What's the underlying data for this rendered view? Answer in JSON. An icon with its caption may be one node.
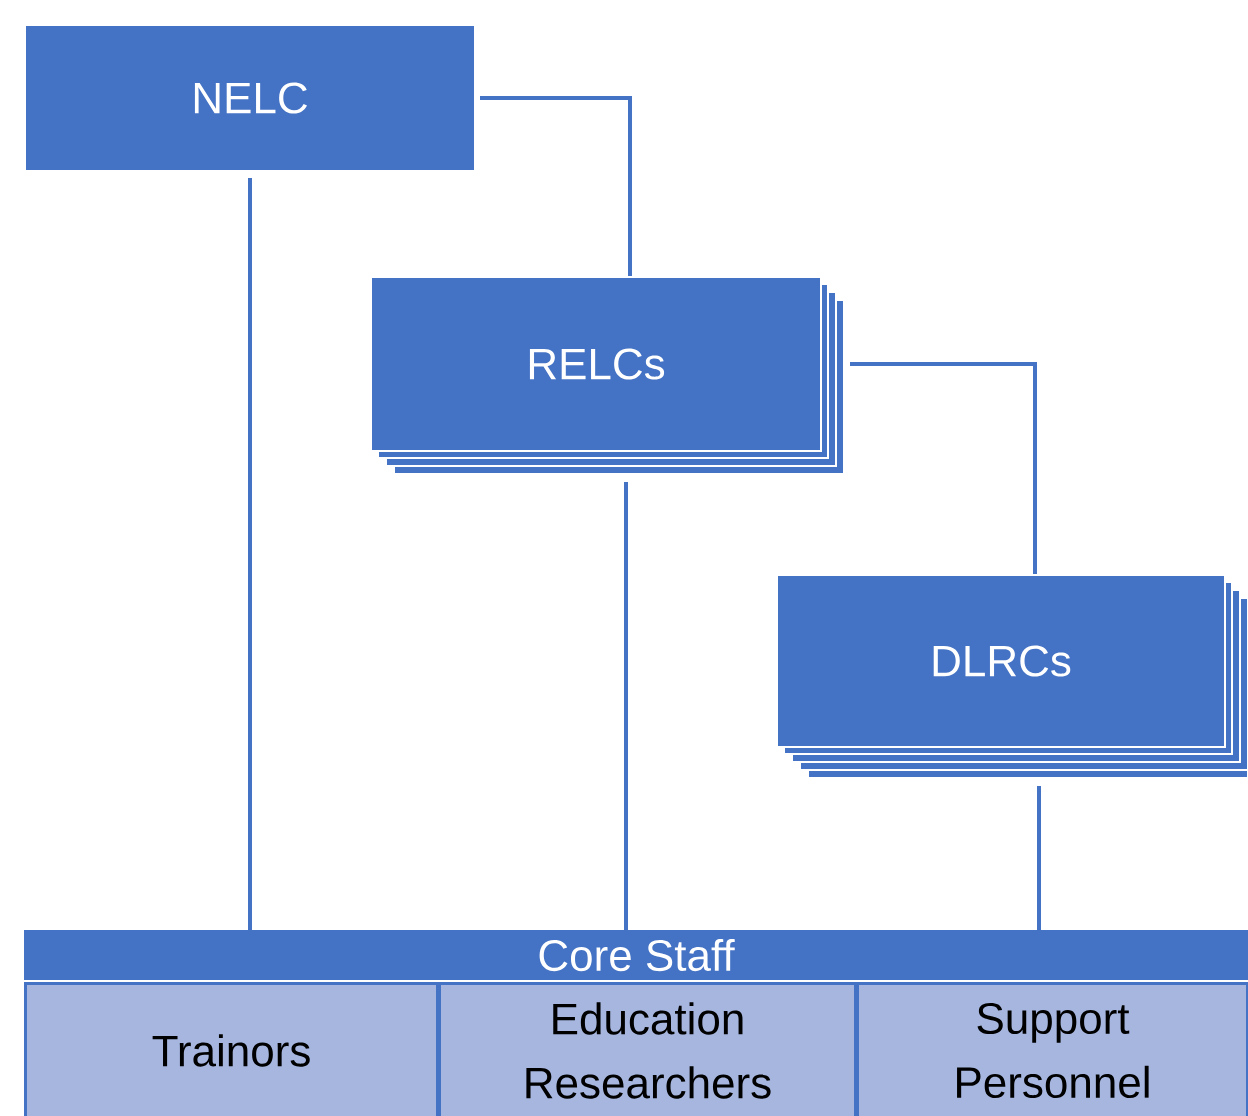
{
  "diagram": {
    "nodes": [
      {
        "text": [
          "NELC"
        ]
      },
      {
        "text": [
          "RELCs"
        ]
      },
      {
        "text": [
          "DLRCs"
        ]
      },
      {
        "text": [
          "Core Staff"
        ]
      },
      {
        "text": [
          "Trainors"
        ]
      },
      {
        "text": [
          "Education Researchers"
        ]
      },
      {
        "text": [
          "Support Personnel"
        ]
      }
    ],
    "edges": [
      {
        "from": 0,
        "to": 1,
        "arrow": "none"
      },
      {
        "from": 1,
        "to": 2,
        "arrow": "none"
      },
      {
        "from": 0,
        "to": 3,
        "arrow": "none"
      },
      {
        "from": 1,
        "to": 3,
        "arrow": "none"
      },
      {
        "from": 2,
        "to": 3,
        "arrow": "none"
      }
    ]
  }
}
